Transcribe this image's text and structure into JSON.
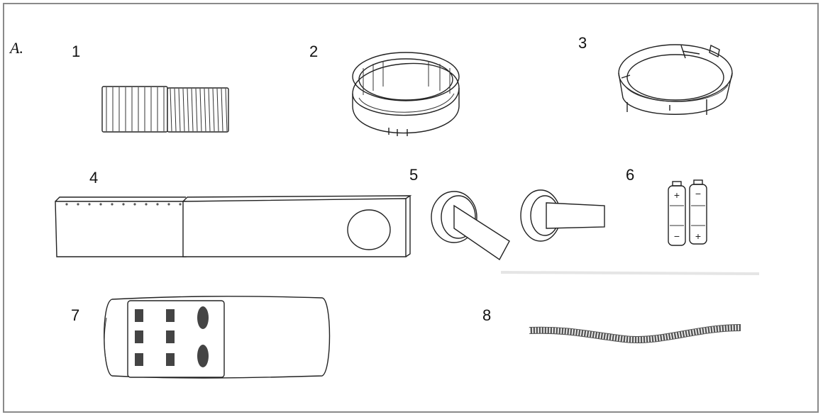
{
  "section": {
    "label": "A."
  },
  "parts": [
    {
      "number": "1",
      "icon": "exhaust-hose-icon"
    },
    {
      "number": "2",
      "icon": "hose-connector-ring-icon"
    },
    {
      "number": "3",
      "icon": "window-adapter-ring-icon"
    },
    {
      "number": "4",
      "icon": "window-slider-kit-icon"
    },
    {
      "number": "5",
      "icon": "window-adapter-nozzle-icon"
    },
    {
      "number": "6",
      "icon": "batteries-icon"
    },
    {
      "number": "7",
      "icon": "remote-control-icon"
    },
    {
      "number": "8",
      "icon": "drain-tube-icon"
    }
  ],
  "battery_signs": {
    "plus": "+",
    "minus": "−"
  }
}
